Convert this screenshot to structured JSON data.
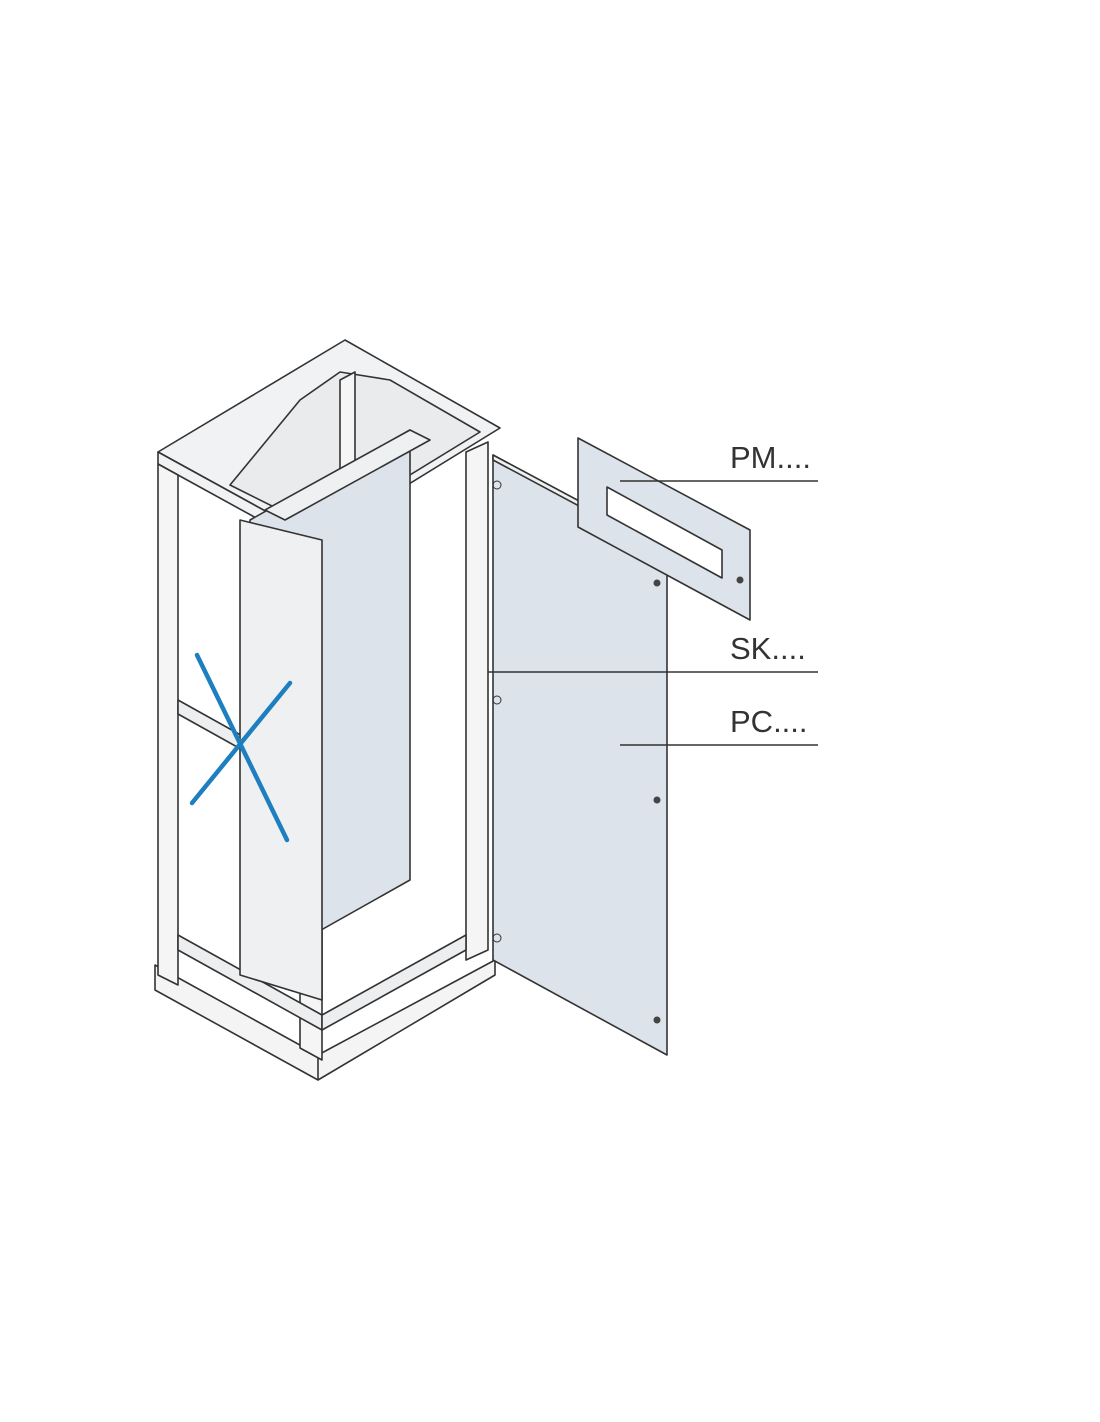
{
  "diagram": {
    "subject": "enclosure-cabinet",
    "labels": [
      {
        "id": "pm",
        "text": "PM...."
      },
      {
        "id": "sk",
        "text": "SK...."
      },
      {
        "id": "pc",
        "text": "PC...."
      }
    ],
    "colors": {
      "panel": "#dde3ea",
      "frame": "#f2f3f4",
      "line": "#333333",
      "cross_mark": "#1e7fc0"
    }
  }
}
